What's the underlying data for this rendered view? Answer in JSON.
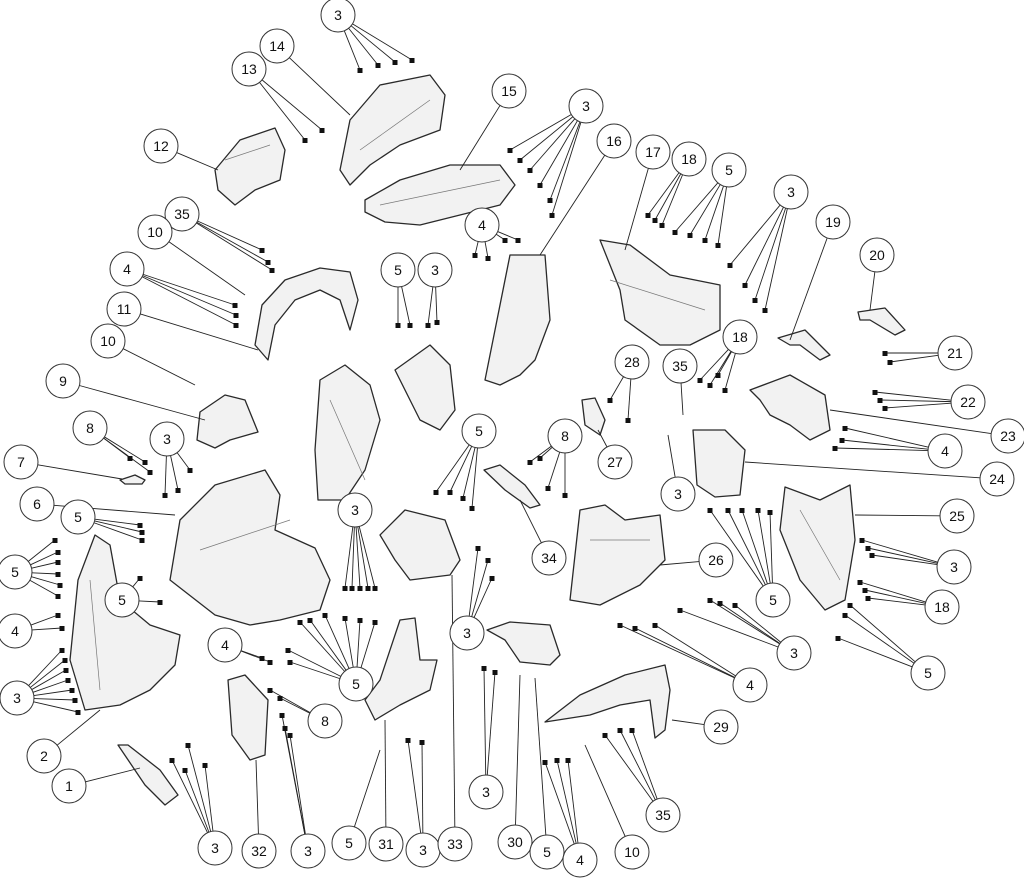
{
  "diagram": {
    "type": "exploded-parts-diagram",
    "callouts": [
      "3",
      "14",
      "13",
      "15",
      "3",
      "16",
      "17",
      "18",
      "5",
      "3",
      "12",
      "35",
      "10",
      "4",
      "19",
      "20",
      "4",
      "5",
      "3",
      "11",
      "10",
      "18",
      "35",
      "28",
      "21",
      "9",
      "22",
      "23",
      "8",
      "3",
      "5",
      "8",
      "4",
      "27",
      "7",
      "3",
      "24",
      "6",
      "5",
      "3",
      "25",
      "5",
      "34",
      "26",
      "3",
      "5",
      "5",
      "18",
      "4",
      "3",
      "3",
      "4",
      "5",
      "4",
      "5",
      "3",
      "8",
      "29",
      "2",
      "1",
      "3",
      "35",
      "3",
      "32",
      "3",
      "5",
      "31",
      "3",
      "33",
      "30",
      "5",
      "4",
      "10"
    ]
  }
}
